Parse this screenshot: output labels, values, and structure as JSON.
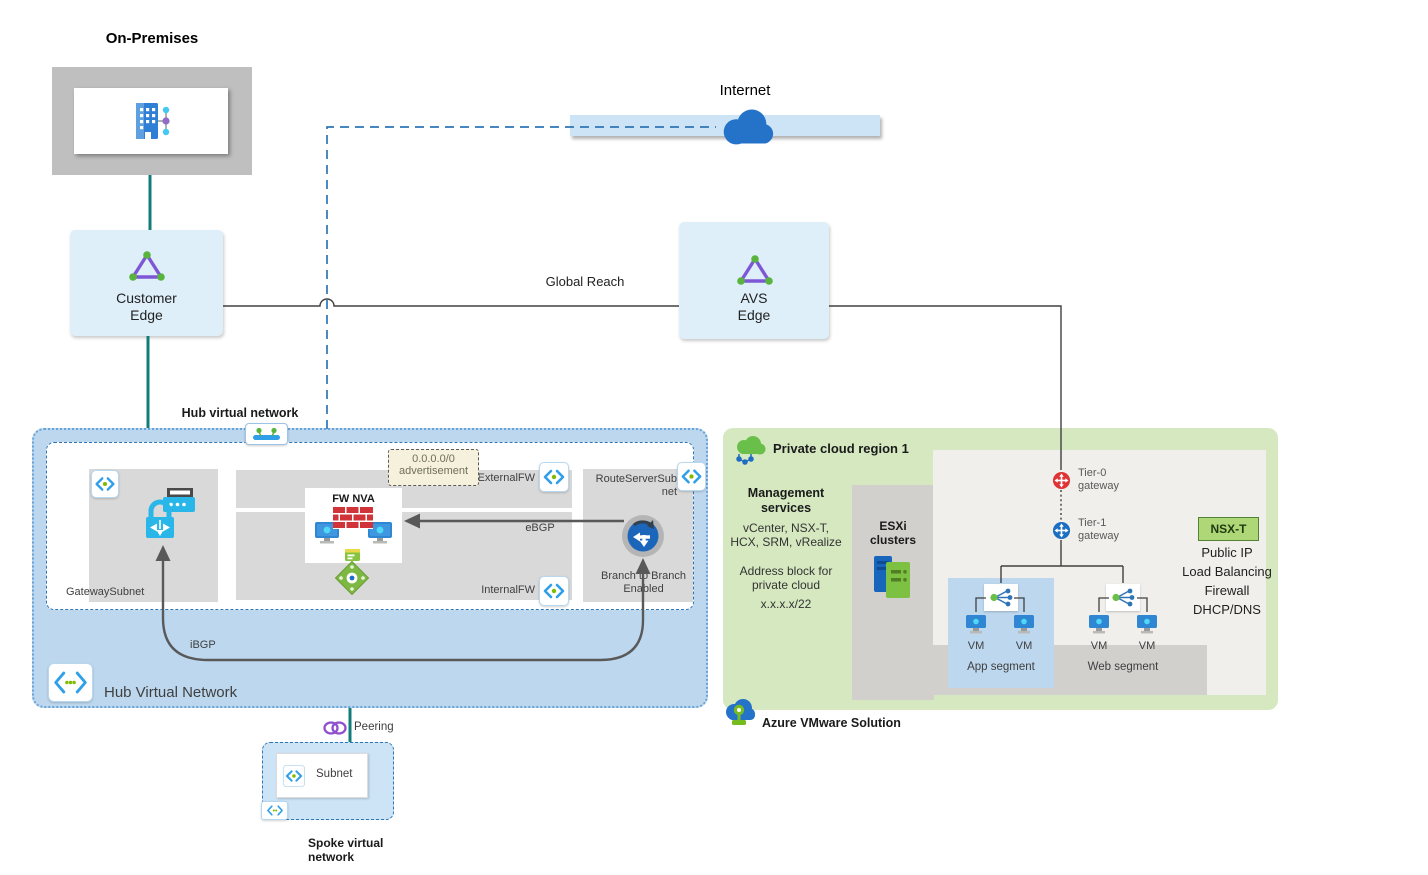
{
  "on_premises": {
    "title": "On-Premises"
  },
  "internet": {
    "label": "Internet"
  },
  "edges": {
    "customer": {
      "line1": "Customer",
      "line2": "Edge"
    },
    "avs": {
      "line1": "AVS",
      "line2": "Edge"
    },
    "global_reach_label": "Global Reach"
  },
  "hub": {
    "title": "Hub virtual network",
    "footer_label": "Hub Virtual Network",
    "gateway_subnet_label": "GatewaySubnet",
    "external_fw_label": "ExternalFW",
    "internal_fw_label": "InternalFW",
    "fw_nva_label": "FW NVA",
    "route_server_subnet": {
      "line1": "RouteServerSub",
      "line2": "net"
    },
    "branch_to_branch": {
      "line1": "Branch to Branch",
      "line2": "Enabled"
    },
    "advertisement_callout": {
      "line1": "0.0.0.0/0",
      "line2": "advertisement"
    },
    "ebgp_label": "eBGP",
    "ibgp_label": "iBGP"
  },
  "peering_label": "Peering",
  "spoke": {
    "subnet_label": "Subnet",
    "title_line1": "Spoke virtual",
    "title_line2": "network"
  },
  "private_cloud": {
    "title": "Private cloud region 1",
    "management_services": {
      "title_line1": "Management",
      "title_line2": "services",
      "products_line1": "vCenter, NSX-T,",
      "products_line2": "HCX, SRM, vRealize",
      "address_line1": "Address block for",
      "address_line2": "private cloud",
      "cidr": "x.x.x.x/22"
    },
    "esxi": {
      "line1": "ESXi",
      "line2": "clusters"
    },
    "tier0": {
      "line1": "Tier-0",
      "line2": "gateway"
    },
    "tier1": {
      "line1": "Tier-1",
      "line2": "gateway"
    },
    "nsxt": {
      "label": "NSX-T",
      "features": [
        "Public IP",
        "Load Balancing",
        "Firewall",
        "DHCP/DNS"
      ]
    },
    "app_segment": {
      "label": "App segment",
      "vm_labels": [
        "VM",
        "VM"
      ]
    },
    "web_segment": {
      "label": "Web segment",
      "vm_labels": [
        "VM",
        "VM"
      ]
    },
    "footer": "Azure VMware Solution"
  },
  "colors": {
    "teal-connector": "#107c7c",
    "dashed-blue": "#2e75b6",
    "hub-fill": "#bdd7ee",
    "edge-box-blue": "#deeffa",
    "region-green": "#d5e8c0",
    "nsxt-green": "#aed878",
    "segment-blue": "#bdd7ee"
  }
}
